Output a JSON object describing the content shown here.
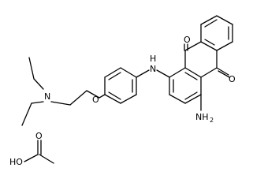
{
  "molecule": {
    "labels": {
      "amine_n": "N",
      "ether_o": "O",
      "nh": "H",
      "nh_n": "N",
      "carbonyl_top": "O",
      "carbonyl_bottom": "O",
      "nh2_n": "NH",
      "nh2_sub": "2"
    }
  },
  "acid": {
    "labels": {
      "ho": "HO",
      "carbonyl": "O"
    }
  }
}
